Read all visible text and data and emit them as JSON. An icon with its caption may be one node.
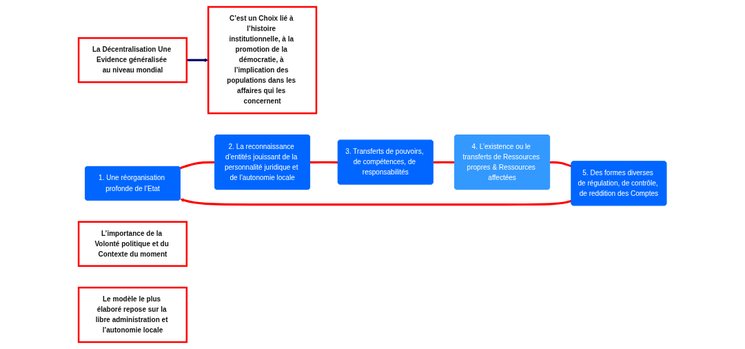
{
  "diagram": {
    "nodes": [
      {
        "text": [
          "La Décentralisation Une Evidence généralisée au niveau mondial"
        ]
      },
      {
        "text": [
          "C’est un Choix lié à l’histoire institutionnelle, à la promotion de la démocratie, à l’implication des populations dans les affaires qui les concernent"
        ]
      },
      {
        "text": [
          "1. Une réorganisation profonde de l’Etat"
        ]
      },
      {
        "text": [
          "2. La reconnaissance d’entités jouissant de la personnalité juridique et de l’autonomie locale"
        ]
      },
      {
        "text": [
          "3. Transferts de pouvoirs, de compétences, de responsabilités"
        ]
      },
      {
        "text": [
          "4. L’existence ou le transferts de Ressources propres & Ressources affectées"
        ]
      },
      {
        "text": [
          "5. Des formes diverses de régulation, de contrôle, de reddition des Comptes"
        ]
      },
      {
        "text": [
          "L’importance de la Volonté politique et du Contexte du moment"
        ]
      },
      {
        "text": [
          "Le modèle le plus élaboré repose sur la libre administration et l’autonomie locale"
        ]
      }
    ],
    "edges": [
      {
        "from": 0,
        "to": 1,
        "arrow": "to",
        "color": "#000066"
      },
      {
        "from": 2,
        "to": 3,
        "arrow": "none",
        "color": "#ff0000"
      },
      {
        "from": 3,
        "to": 4,
        "arrow": "none",
        "color": "#ff0000"
      },
      {
        "from": 4,
        "to": 5,
        "arrow": "none",
        "color": "#ff0000"
      },
      {
        "from": 5,
        "to": 6,
        "arrow": "none",
        "color": "#ff0000"
      },
      {
        "from": 6,
        "to": 2,
        "arrow": "to",
        "color": "#ff0000"
      }
    ]
  }
}
